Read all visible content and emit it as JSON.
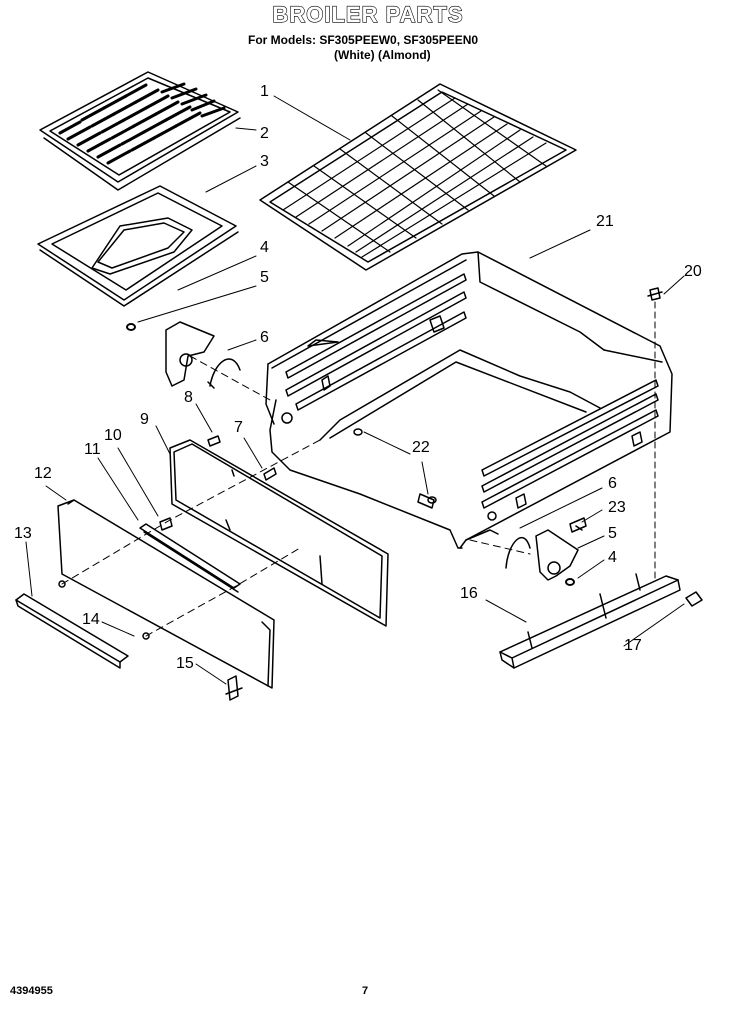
{
  "header": {
    "title": "BROILER PARTS",
    "models_line": "For Models: SF305PEEW0, SF305PEEN0",
    "colors_line": "(White)    (Almond)"
  },
  "footer": {
    "doc_number": "4394955",
    "page_number": "7"
  },
  "callouts": {
    "c1": "1",
    "c2": "2",
    "c3": "3",
    "c4a": "4",
    "c5a": "5",
    "c6a": "6",
    "c7": "7",
    "c8": "8",
    "c9": "9",
    "c10": "10",
    "c11": "11",
    "c12": "12",
    "c13": "13",
    "c14": "14",
    "c15": "15",
    "c16": "16",
    "c17": "17",
    "c20": "20",
    "c21": "21",
    "c22": "22",
    "c6b": "6",
    "c23": "23",
    "c5b": "5",
    "c4b": "4"
  }
}
